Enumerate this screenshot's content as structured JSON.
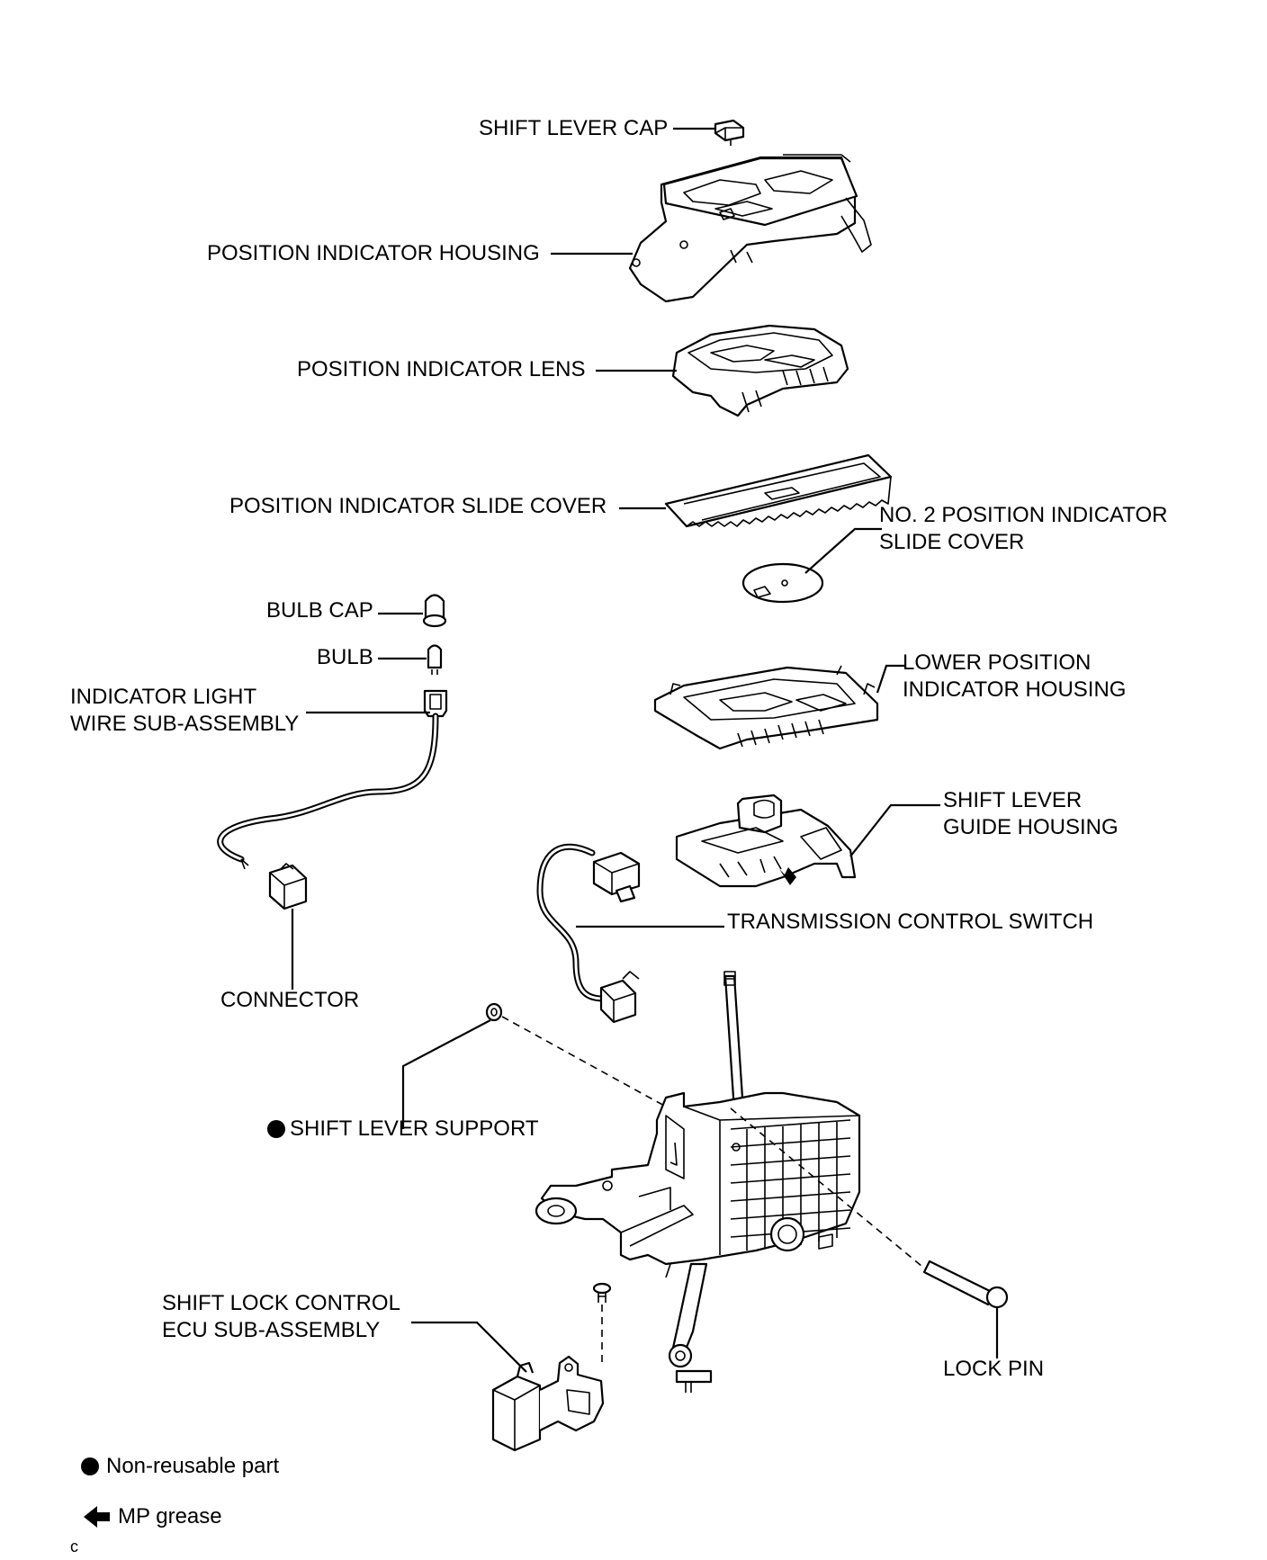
{
  "labels": {
    "shift_lever_cap": "SHIFT LEVER CAP",
    "position_indicator_housing": "POSITION INDICATOR HOUSING",
    "position_indicator_lens": "POSITION INDICATOR LENS",
    "position_indicator_slide_cover": "POSITION INDICATOR SLIDE COVER",
    "no2_slide_cover_line1": "NO. 2 POSITION INDICATOR",
    "no2_slide_cover_line2": "SLIDE COVER",
    "bulb_cap": "BULB CAP",
    "bulb": "BULB",
    "indicator_light_line1": "INDICATOR LIGHT",
    "indicator_light_line2": "WIRE SUB-ASSEMBLY",
    "lower_housing_line1": "LOWER POSITION",
    "lower_housing_line2": "INDICATOR HOUSING",
    "guide_housing_line1": "SHIFT LEVER",
    "guide_housing_line2": "GUIDE HOUSING",
    "transmission_control_switch": "TRANSMISSION CONTROL SWITCH",
    "connector": "CONNECTOR",
    "shift_lever_support": "SHIFT LEVER SUPPORT",
    "shift_lock_line1": "SHIFT LOCK CONTROL",
    "shift_lock_line2": "ECU SUB-ASSEMBLY",
    "lock_pin": "LOCK PIN"
  },
  "legend": {
    "non_reusable": "Non-reusable part",
    "mp_grease": "MP grease",
    "figure_code": "c"
  }
}
